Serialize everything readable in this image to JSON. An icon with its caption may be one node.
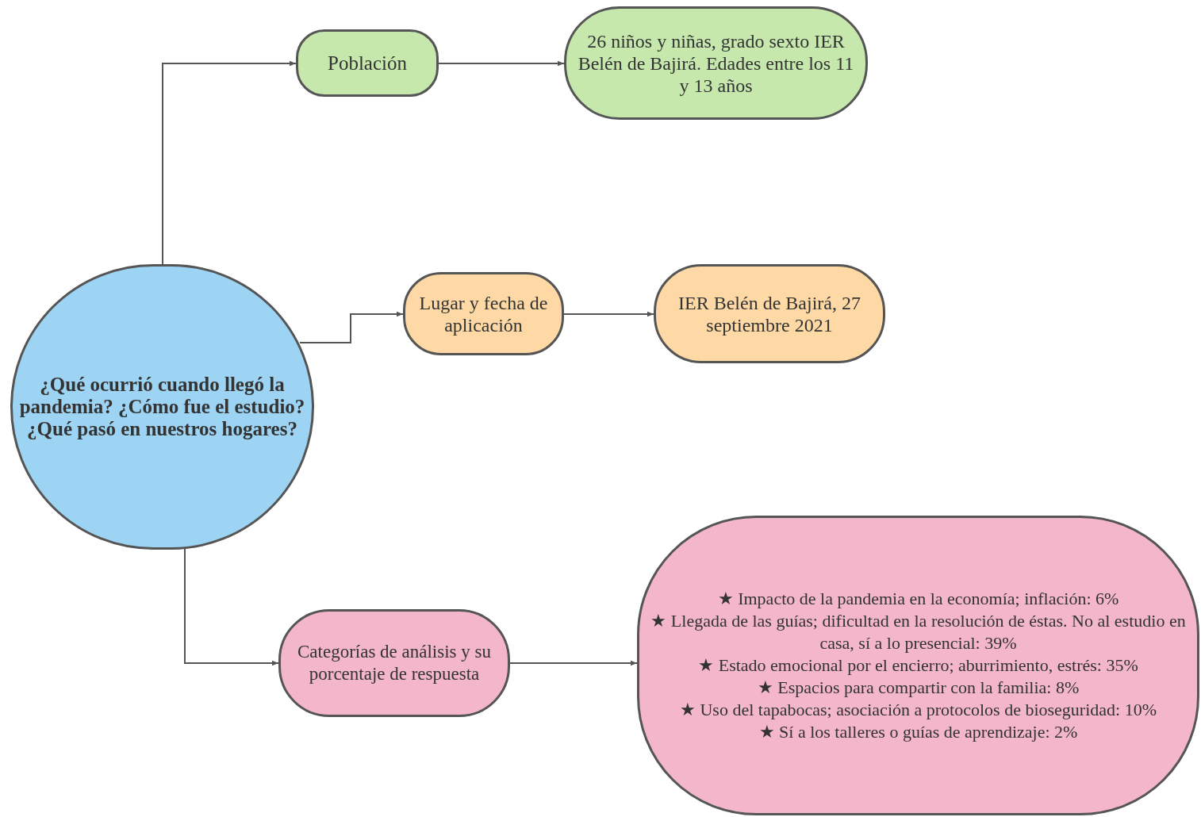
{
  "diagram": {
    "nodes": [
      {
        "text": [
          "¿Qué ocurrió cuando llegó la pandemia? ¿Cómo fue el estudio? ¿Qué pasó en nuestros hogares?"
        ]
      },
      {
        "text": [
          "Población"
        ]
      },
      {
        "text": [
          "26 niños y niñas, grado sexto IER Belén de Bajirá. Edades entre los 11 y 13 años"
        ]
      },
      {
        "text": [
          "Lugar y fecha de aplicación"
        ]
      },
      {
        "text": [
          "IER Belén de Bajirá, 27 septiembre 2021"
        ]
      },
      {
        "text": [
          "Categorías de análisis y su porcentaje de respuesta"
        ]
      },
      {
        "text": [
          "★ Impacto de la pandemia en la economía; inflación: 6%",
          "★ Llegada de las guías; dificultad en la resolución de éstas. No al estudio en casa, sí a lo presencial: 39%",
          "★ Estado emocional por el encierro; aburrimiento, estrés: 35%",
          "★ Espacios para compartir con la familia: 8%",
          "★ Uso del tapabocas; asociación a protocolos de bioseguridad: 10%",
          "★ Sí a los talleres o guías de aprendizaje: 2%"
        ]
      }
    ],
    "edges": [
      {
        "from": 0,
        "to": 1,
        "arrow": "to"
      },
      {
        "from": 1,
        "to": 2,
        "arrow": "to"
      },
      {
        "from": 0,
        "to": 3,
        "arrow": "to"
      },
      {
        "from": 3,
        "to": 4,
        "arrow": "to"
      },
      {
        "from": 0,
        "to": 5,
        "arrow": "to"
      },
      {
        "from": 5,
        "to": 6,
        "arrow": "to"
      }
    ]
  }
}
